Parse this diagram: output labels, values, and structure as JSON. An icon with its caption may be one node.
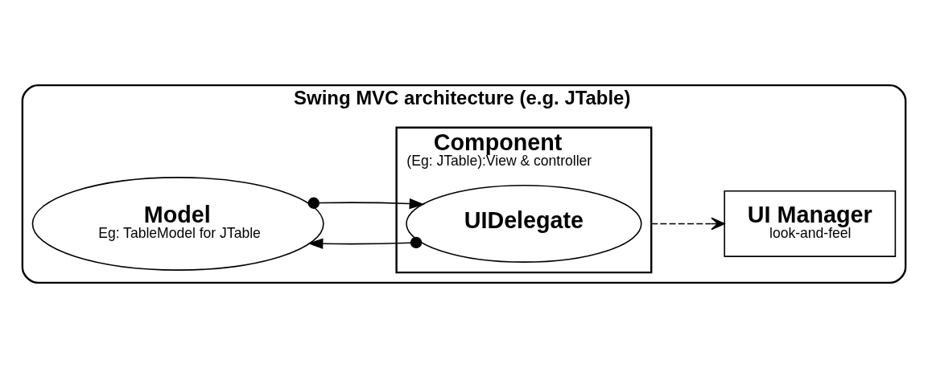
{
  "diagram": {
    "nodes": [
      {
        "text": [
          "Swing MVC architecture (e.g. JTable)"
        ]
      },
      {
        "text": [
          "Model",
          "Eg: TableModel for JTable"
        ],
        "in": 0
      },
      {
        "text": [
          "Component",
          "(Eg: JTable):View & controller"
        ],
        "in": 0
      },
      {
        "text": [
          "UIDelegate"
        ],
        "in": 2
      },
      {
        "text": [
          "UI Manager",
          "look-and-feel"
        ],
        "in": 0
      }
    ],
    "edges": [
      {
        "from": 1,
        "to": 3,
        "arrow": "to"
      },
      {
        "from": 3,
        "to": 1,
        "arrow": "to"
      },
      {
        "from": 2,
        "to": 4,
        "arrow": "to",
        "style": "dashed"
      }
    ]
  }
}
